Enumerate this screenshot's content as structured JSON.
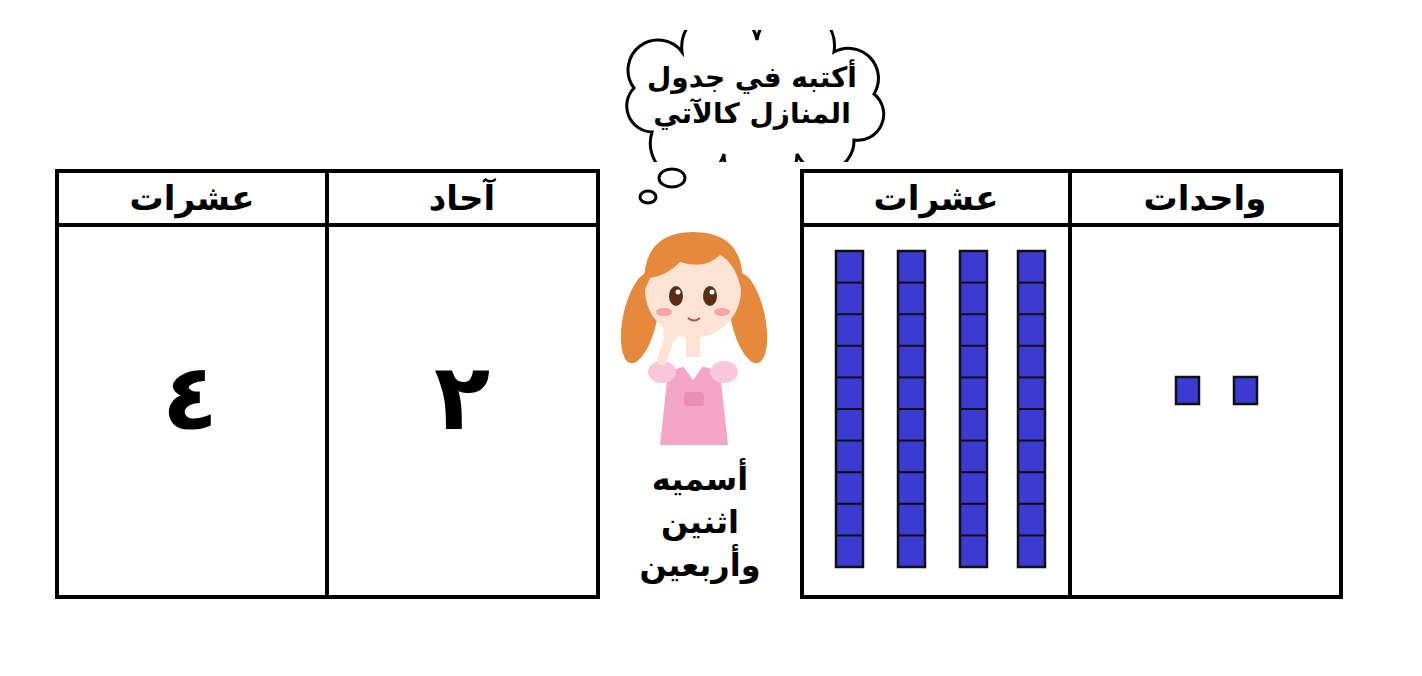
{
  "diagram": {
    "nodes": [
      {
        "text": [
          "أكتبه في جدول المنازل كالآتي"
        ]
      }
    ],
    "labels": [
      "عشرات",
      "واحدات",
      "عشرات",
      "آحاد",
      "٤",
      "٢",
      "أسميه اثنين وأربعين"
    ]
  }
}
